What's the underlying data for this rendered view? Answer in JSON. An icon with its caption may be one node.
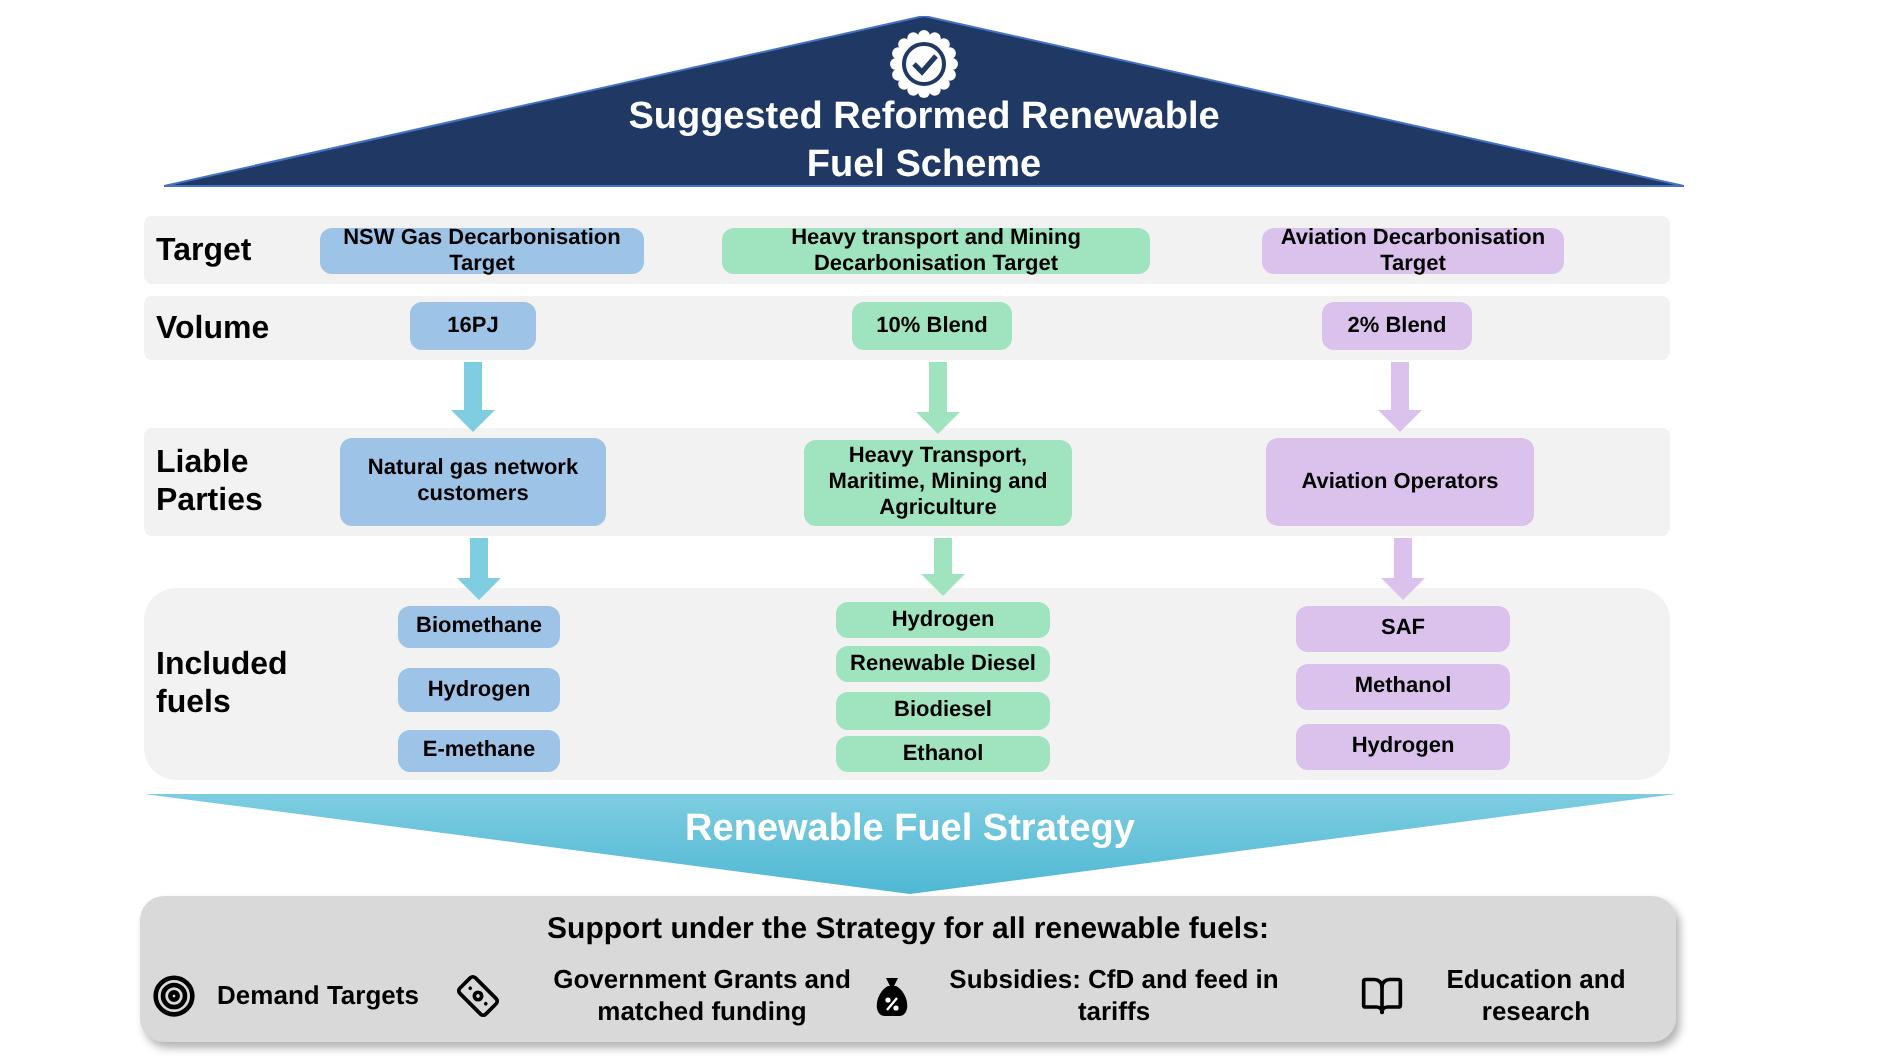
{
  "diagram": {
    "nodes": [
      {
        "text": [
          "Suggested Reformed Renewable Fuel Scheme"
        ]
      },
      {
        "text": [
          "Target"
        ]
      },
      {
        "text": [
          "NSW Gas Decarbonisation Target"
        ],
        "in": 1
      },
      {
        "text": [
          "Heavy transport and Mining Decarbonisation Target"
        ],
        "in": 1
      },
      {
        "text": [
          "Aviation Decarbonisation Target"
        ],
        "in": 1
      },
      {
        "text": [
          "Volume"
        ]
      },
      {
        "text": [
          "16PJ"
        ],
        "in": 5
      },
      {
        "text": [
          "10% Blend"
        ],
        "in": 5
      },
      {
        "text": [
          "2% Blend"
        ],
        "in": 5
      },
      {
        "text": [
          "Liable Parties"
        ]
      },
      {
        "text": [
          "Natural gas network customers"
        ],
        "in": 9
      },
      {
        "text": [
          "Heavy Transport, Maritime, Mining and Agriculture"
        ],
        "in": 9
      },
      {
        "text": [
          "Aviation Operators"
        ],
        "in": 9
      },
      {
        "text": [
          "Included fuels"
        ]
      },
      {
        "text": [
          "Biomethane"
        ],
        "in": 13
      },
      {
        "text": [
          "Hydrogen"
        ],
        "in": 13
      },
      {
        "text": [
          "E-methane"
        ],
        "in": 13
      },
      {
        "text": [
          "Hydrogen"
        ],
        "in": 13
      },
      {
        "text": [
          "Renewable Diesel"
        ],
        "in": 13
      },
      {
        "text": [
          "Biodiesel"
        ],
        "in": 13
      },
      {
        "text": [
          "Ethanol"
        ],
        "in": 13
      },
      {
        "text": [
          "SAF"
        ],
        "in": 13
      },
      {
        "text": [
          "Methanol"
        ],
        "in": 13
      },
      {
        "text": [
          "Hydrogen"
        ],
        "in": 13
      },
      {
        "text": [
          "Renewable Fuel Strategy"
        ]
      },
      {
        "text": [
          "Support under the Strategy for all renewable fuels:"
        ]
      }
    ],
    "edges": [
      {
        "from": 6,
        "to": 10,
        "arrow": "to",
        "color": "#7ecde0"
      },
      {
        "from": 7,
        "to": 11,
        "arrow": "to",
        "color": "#9fe3bf"
      },
      {
        "from": 8,
        "to": 12,
        "arrow": "to",
        "color": "#dac2ec"
      },
      {
        "from": 10,
        "to": 14,
        "arrow": "to",
        "color": "#7ecde0"
      },
      {
        "from": 11,
        "to": 17,
        "arrow": "to",
        "color": "#9fe3bf"
      },
      {
        "from": 12,
        "to": 21,
        "arrow": "to",
        "color": "#dac2ec"
      }
    ],
    "labels": [
      "Demand Targets",
      "Government Grants and matched funding",
      "Subsidies: CfD and feed in tariffs",
      "Education and research"
    ]
  }
}
